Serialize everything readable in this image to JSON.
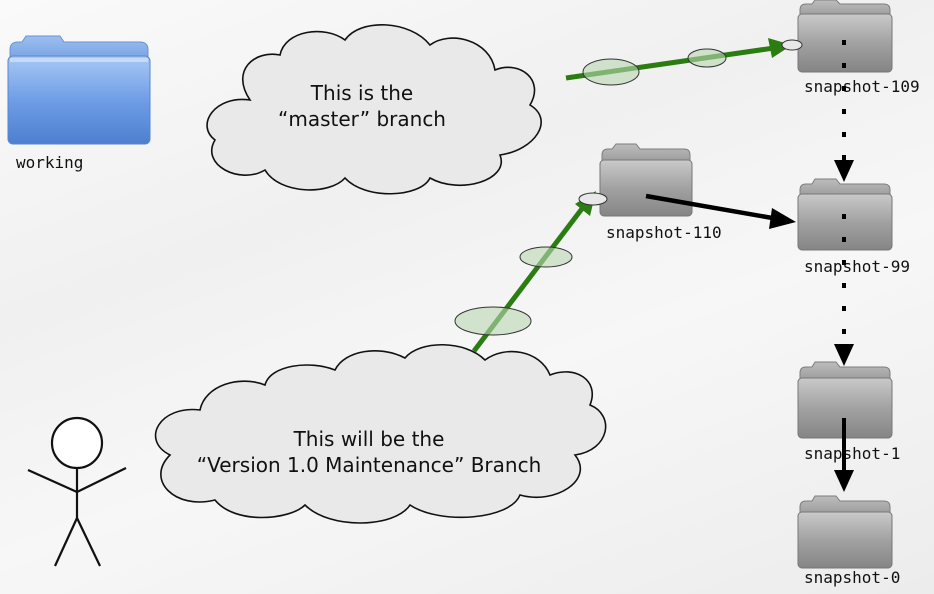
{
  "folders": {
    "working": "working",
    "snapshot_109": "snapshot-109",
    "snapshot_110": "snapshot-110",
    "snapshot_99": "snapshot-99",
    "snapshot_1": "snapshot-1",
    "snapshot_0": "snapshot-0"
  },
  "clouds": {
    "master_line1": "This is the",
    "master_line2": "“master” branch",
    "maint_line1": "This will be the",
    "maint_line2": "“Version 1.0 Maintenance” Branch"
  },
  "colors": {
    "blue_folder": "#6f9ee6",
    "gray_folder": "#9a9a9a",
    "green_arrow": "#2b7d12",
    "black_arrow": "#000000"
  },
  "icons": [
    "folder-icon",
    "cloud-icon",
    "stick-figure-icon"
  ]
}
